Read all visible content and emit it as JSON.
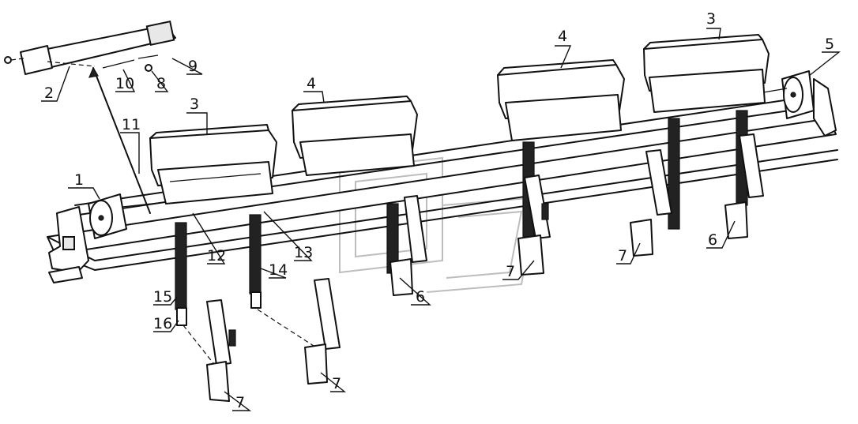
{
  "diagram": {
    "callouts": [
      {
        "id": "c1",
        "label": "1"
      },
      {
        "id": "c2",
        "label": "2"
      },
      {
        "id": "c3a",
        "label": "3"
      },
      {
        "id": "c3b",
        "label": "3"
      },
      {
        "id": "c4a",
        "label": "4"
      },
      {
        "id": "c4b",
        "label": "4"
      },
      {
        "id": "c5",
        "label": "5"
      },
      {
        "id": "c6a",
        "label": "6"
      },
      {
        "id": "c6b",
        "label": "6"
      },
      {
        "id": "c7a",
        "label": "7"
      },
      {
        "id": "c7b",
        "label": "7"
      },
      {
        "id": "c7c",
        "label": "7"
      },
      {
        "id": "c7d",
        "label": "7"
      },
      {
        "id": "c8",
        "label": "8"
      },
      {
        "id": "c9",
        "label": "9"
      },
      {
        "id": "c10",
        "label": "10"
      },
      {
        "id": "c11",
        "label": "11"
      },
      {
        "id": "c12",
        "label": "12"
      },
      {
        "id": "c13",
        "label": "13"
      },
      {
        "id": "c14",
        "label": "14"
      },
      {
        "id": "c15",
        "label": "15"
      },
      {
        "id": "c16",
        "label": "16"
      }
    ]
  }
}
